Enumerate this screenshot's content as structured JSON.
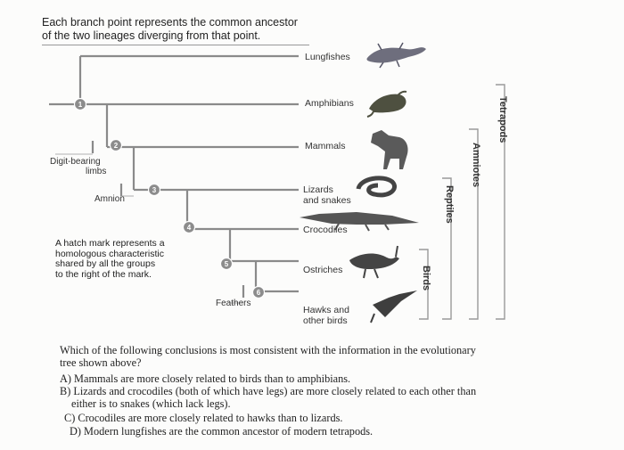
{
  "caption": {
    "line1": "Each branch point represents the common ancestor",
    "line2": "of the two lineages diverging from that point."
  },
  "taxa": [
    "Lungfishes",
    "Amphibians",
    "Mammals",
    "Lizards",
    "and snakes",
    "Crocodiles",
    "Ostriches",
    "Hawks and",
    "other birds"
  ],
  "nodes": [
    "1",
    "2",
    "3",
    "4",
    "5",
    "6"
  ],
  "characters": {
    "digit_line1": "Digit-bearing",
    "digit_line2": "limbs",
    "amnion": "Amnion",
    "feathers": "Feathers"
  },
  "hatch_note": {
    "line1": "A hatch mark represents a",
    "line2": "homologous characteristic",
    "line3": "shared by all the groups",
    "line4": "to the right of the mark."
  },
  "groups": [
    "Tetrapods",
    "Amniotes",
    "Reptiles",
    "Birds"
  ],
  "question": {
    "stem1": "Which of the following conclusions is most consistent with the information in the evolutionary",
    "stem2": "tree shown above?",
    "a": "A) Mammals are more closely related to birds than to amphibians.",
    "b1": "B) Lizards and crocodiles (both of which have legs) are more closely related to each other than",
    "b2": "either is to snakes (which lack legs).",
    "c": "C) Crocodiles are more closely related to hawks than to lizards.",
    "d": "D) Modern lungfishes are the common ancestor of modern tetrapods."
  },
  "colors": {
    "branch": "#7f7f7f",
    "node_fill": "#8c8c8c",
    "text": "#222222"
  }
}
